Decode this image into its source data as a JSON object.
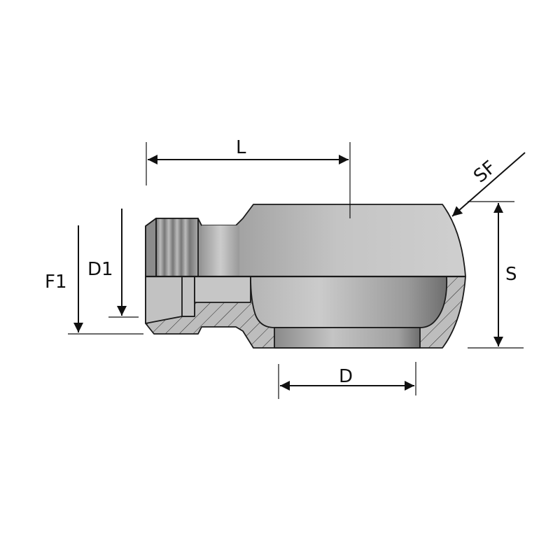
{
  "diagram": {
    "labels": {
      "L": "L",
      "SF": "SF",
      "S": "S",
      "D": "D",
      "D1": "D1",
      "F1": "F1"
    },
    "colors": {
      "line": "#1a1a1a",
      "metal_light": "#c8c8c8",
      "metal_dark": "#7a7a7a",
      "section": "#bdbdbd"
    }
  }
}
